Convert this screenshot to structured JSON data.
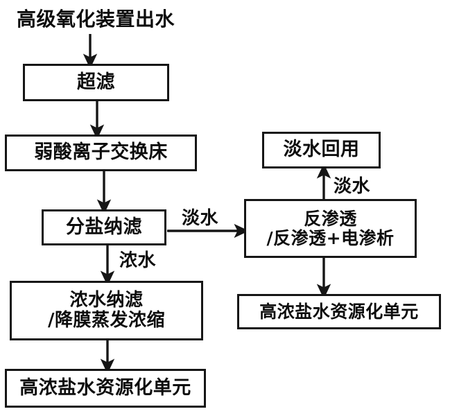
{
  "diagram": {
    "title": "高级氧化装置出水",
    "nodes": {
      "inlet": "高级氧化装置出水",
      "ultrafiltration": "超滤",
      "weak_acid_ion_bed": "弱酸离子交换床",
      "salt_nanofiltration": "分盐纳滤",
      "brine_nf_evap": "浓水纳滤\n/降膜蒸发浓缩",
      "brine_resource_left": "高浓盐水资源化单元",
      "freshwater_reuse": "淡水回用",
      "ro_ed": "反渗透\n/反渗透+电渗析",
      "brine_resource_right": "高浓盐水资源化单元"
    },
    "edge_labels": {
      "fresh_to_ro": "淡水",
      "brine_to_nf": "浓水",
      "fresh_to_reuse": "淡水"
    },
    "colors": {
      "stroke": "#161616",
      "text": "#0d0d0d",
      "background": "#ffffff"
    }
  }
}
